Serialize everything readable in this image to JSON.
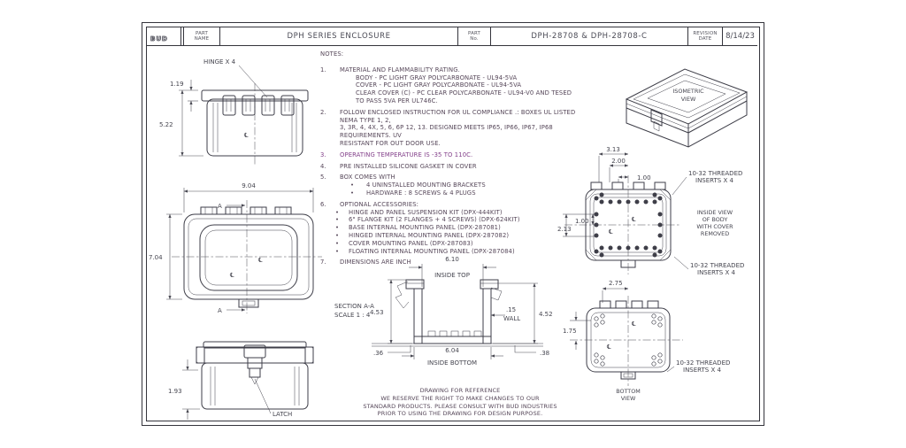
{
  "title_block": {
    "logo": "BUD",
    "part_name_label_1": "PART",
    "part_name_label_2": "NAME",
    "part_name": "DPH SERIES ENCLOSURE",
    "part_no_label_1": "PART",
    "part_no_label_2": "No.",
    "part_no": "DPH-28708 & DPH-28708-C",
    "revision_label_1": "REVISION",
    "revision_label_2": "DATE",
    "revision_date": "8/14/23"
  },
  "notes": {
    "heading": "NOTES:",
    "lines": [
      {
        "n": "1.",
        "t": "MATERIAL AND FLAMMABILITY RATING."
      },
      {
        "t": "BODY - PC LIGHT GRAY POLYCARBONATE - UL94-5VA"
      },
      {
        "t": "COVER - PC LIGHT GRAY POLYCARBONATE - UL94-5VA"
      },
      {
        "t": "CLEAR COVER (C) - PC CLEAR POLYCARBONATE - UL94-V0 AND TESED"
      },
      {
        "t": "TO PASS 5VA PER UL746C."
      },
      {
        "n": "2.",
        "t": "FOLLOW ENCLOSED INSTRUCTION FOR UL COMPLIANCE .: BOXES UL LISTED NEMA TYPE 1, 2,"
      },
      {
        "t": "3, 3R, 4, 4X, 5, 6, 6P 12, 13. DESIGNED MEETS IP65, IP66, IP67, IP68 REQUIREMENTS. UV"
      },
      {
        "t": "RESISTANT FOR OUT DOOR USE."
      },
      {
        "n": "3.",
        "t": "OPERATING TEMPERATURE IS -35 TO 110C."
      },
      {
        "n": "4.",
        "t": "PRE INSTALLED SILICONE GASKET IN COVER"
      },
      {
        "n": "5.",
        "t": "BOX COMES WITH"
      },
      {
        "n": "•",
        "t": "4 UNINSTALLED MOUNTING BRACKETS"
      },
      {
        "n": "•",
        "t": "HARDWARE : 8 SCREWS & 4 PLUGS"
      },
      {
        "n": "6.",
        "t": "OPTIONAL ACCESSORIES:"
      },
      {
        "n": "•",
        "t": "HINGE AND PANEL SUSPENSION KIT  (DPX-444KIT)"
      },
      {
        "n": "•",
        "t": "6\" FLANGE KIT (2 FLANGES + 4 SCREWS)  (DPX-624KIT)"
      },
      {
        "n": "•",
        "t": "BASE INTERNAL MOUNTING PANEL  (DPX-287081)"
      },
      {
        "n": "•",
        "t": "HINGED INTERNAL MOUNTING PANEL  (DPX-287082)"
      },
      {
        "n": "•",
        "t": "COVER MOUNTING PANEL  (DPX-287083)"
      },
      {
        "n": "•",
        "t": "FLOATING INTERNAL MOUNTING PANEL  (DPX-287084)"
      },
      {
        "n": "7.",
        "t": "DIMENSIONS ARE INCH"
      }
    ]
  },
  "views": {
    "front": {
      "hinge_label": "HINGE X 4",
      "dim_total_height": "5.22",
      "dim_cover_height": "1.19"
    },
    "top": {
      "dim_width": "9.04",
      "dim_depth": "7.04",
      "section_letter": "A"
    },
    "side": {
      "dim_latch_height": "1.93",
      "latch_label": "LATCH"
    },
    "section": {
      "title": "SECTION A-A",
      "scale": "SCALE 1 : 4",
      "dim_inside_top": "6.10",
      "label_inside_top": "INSIDE TOP",
      "dim_left_height": "4.53",
      "dim_right_height": "4.52",
      "dim_wall": ".15",
      "label_wall": "WALL",
      "dim_base_left": ".36",
      "dim_base_right": ".38",
      "dim_inside_bottom": "6.04",
      "label_inside_bottom": "INSIDE BOTTOM"
    },
    "isometric": {
      "label_line1": "ISOMETRIC",
      "label_line2": "VIEW"
    },
    "inside": {
      "dim_a": "3.13",
      "dim_b": "2.00",
      "dim_c": "1.00",
      "dim_d": "2.13",
      "dim_e": "1.00",
      "insert_label_line1": "10-32 THREADED",
      "insert_label_line2": "INSERTS X 4",
      "caption_line1": "INSIDE VIEW",
      "caption_line2": "OF BODY",
      "caption_line3": "WITH COVER",
      "caption_line4": "REMOVED"
    },
    "bottom": {
      "dim_w": "2.75",
      "dim_h": "1.75",
      "caption_line1": "BOTTOM",
      "caption_line2": "VIEW",
      "insert_label_line1": "10-32 THREADED",
      "insert_label_line2": "INSERTS X 4"
    }
  },
  "symbols": {
    "centerline": "℄"
  },
  "footer": {
    "line1": "DRAWING FOR REFERENCE",
    "line2": "WE RESERVE THE RIGHT TO MAKE CHANGES TO OUR",
    "line3": "STANDARD PRODUCTS. PLEASE CONSULT WITH BUD INDUSTRIES",
    "line4": "PRIOR TO USING THE DRAWING FOR DESIGN PURPOSE."
  },
  "colors": {
    "line": "#3e3e48",
    "notes_text": "#564759",
    "note3_text": "#83408a",
    "dim_text": "#45454f"
  }
}
